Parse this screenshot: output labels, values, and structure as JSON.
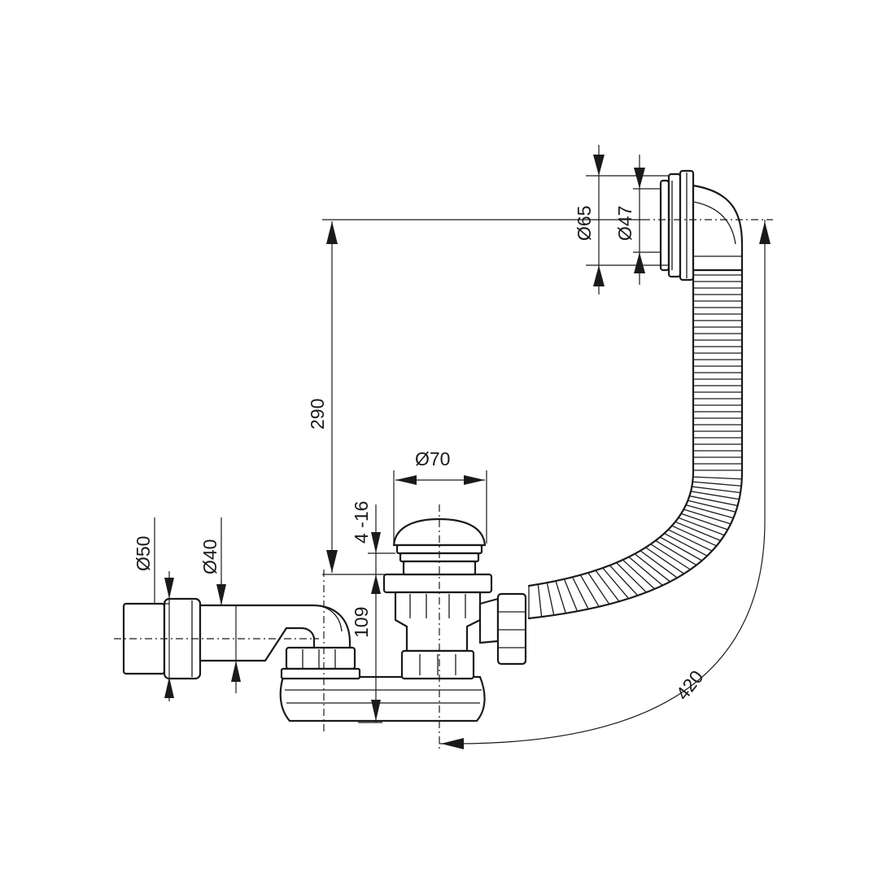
{
  "dimensions": {
    "overflow_outer_diameter": "Ø65",
    "overflow_inner_diameter": "Ø47",
    "height_drain_to_overflow": "290",
    "plug_diameter": "Ø70",
    "plug_lift_range": "4 -16",
    "trap_height": "109",
    "outlet_outer_diameter": "Ø50",
    "outlet_inner_diameter": "Ø40",
    "hose_length": "420"
  },
  "colors": {
    "line": "#1a1a1a",
    "background": "#ffffff"
  }
}
